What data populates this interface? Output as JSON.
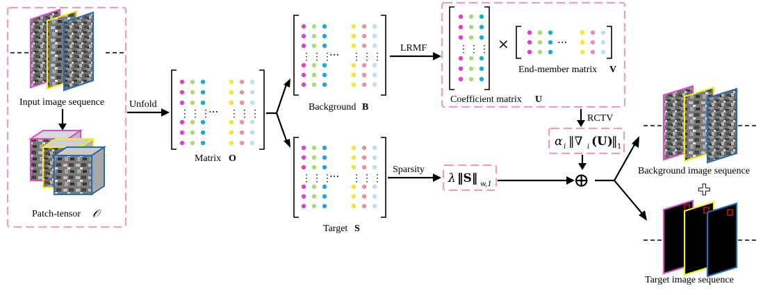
{
  "labels": {
    "input_seq": "Input image sequence",
    "patch_tensor": "Patch-tensor",
    "patch_tensor_symbol": "𝒪",
    "unfold": "Unfold",
    "matrix_o": "Matrix",
    "matrix_o_symbol": "O",
    "background": "Background",
    "background_symbol": "B",
    "target": "Target",
    "target_symbol": "S",
    "lrmf": "LRMF",
    "coef": "Coefficient matrix",
    "coef_symbol": "U",
    "endmember": "End-member matrix",
    "endmember_symbol": "V",
    "times": "×",
    "rctv": "RCTV",
    "sparsity": "Sparsity",
    "bg_seq": "Background image sequence",
    "tgt_seq": "Target image sequence"
  },
  "formulas": {
    "rctv_alpha": "α",
    "rctv_sub_i": "i",
    "rctv_body": "‖∇",
    "rctv_u": "(U)",
    "rctv_close": "‖",
    "rctv_sub1": "1",
    "sparse_lambda": "λ",
    "sparse_body": "‖S‖",
    "sparse_sub": "w,1"
  },
  "symbols": {
    "oplus": "⊕",
    "plus": "✚",
    "dots_h": "···",
    "dots_v": "⋮"
  },
  "colors": {
    "magenta": "#e040c8",
    "green": "#a6dc78",
    "cyan": "#1fa6de",
    "yellow": "#f0e82a",
    "pink": "#ef8fa6",
    "lightblue": "#b8e0f2",
    "box_dash": "#f2a0a8",
    "frame_magenta": "#d94fc2",
    "frame_yellow": "#f2ea2a",
    "frame_blue": "#2b6cb0",
    "target_red": "#e01818"
  }
}
